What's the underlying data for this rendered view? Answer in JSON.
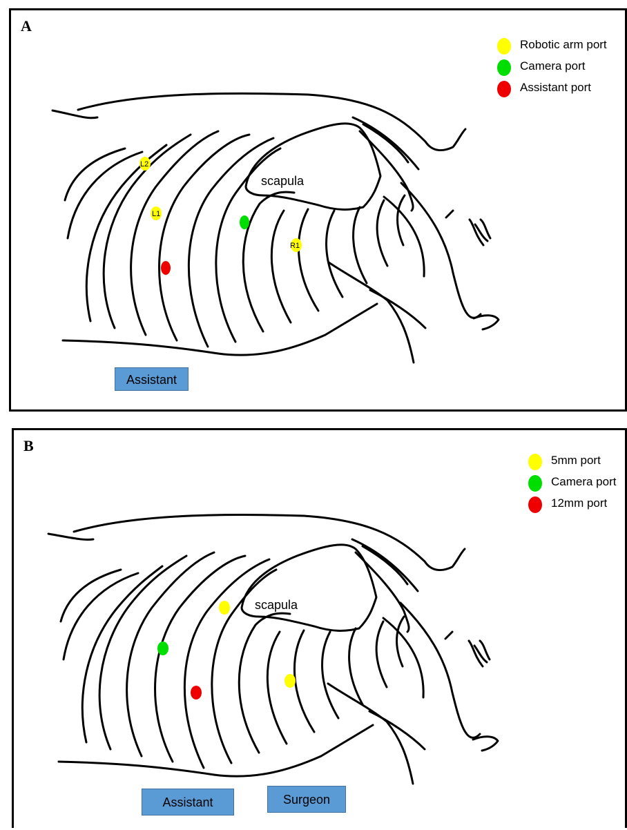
{
  "panels": [
    {
      "letter": "A",
      "scapula_label": "scapula",
      "legend": [
        {
          "label": "Robotic arm port",
          "color": "#ffff00"
        },
        {
          "label": "Camera port",
          "color": "#00dd00"
        },
        {
          "label": "Assistant port",
          "color": "#ee0000"
        }
      ],
      "ports": [
        {
          "type": "robotic",
          "label": "L2",
          "color": "#ffff00"
        },
        {
          "type": "robotic",
          "label": "L1",
          "color": "#ffff00"
        },
        {
          "type": "robotic",
          "label": "R1",
          "color": "#ffff00"
        },
        {
          "type": "camera",
          "label": "",
          "color": "#00dd00"
        },
        {
          "type": "assistant",
          "label": "",
          "color": "#ee0000"
        }
      ],
      "positions": [
        "Assistant"
      ]
    },
    {
      "letter": "B",
      "scapula_label": "scapula",
      "legend": [
        {
          "label": "5mm port",
          "color": "#ffff00"
        },
        {
          "label": "Camera port",
          "color": "#00dd00"
        },
        {
          "label": "12mm port",
          "color": "#ee0000"
        }
      ],
      "ports": [
        {
          "type": "5mm",
          "color": "#ffff00"
        },
        {
          "type": "5mm",
          "color": "#ffff00"
        },
        {
          "type": "camera",
          "color": "#00dd00"
        },
        {
          "type": "12mm",
          "color": "#ee0000"
        }
      ],
      "positions": [
        "Assistant",
        "Surgeon"
      ]
    }
  ]
}
